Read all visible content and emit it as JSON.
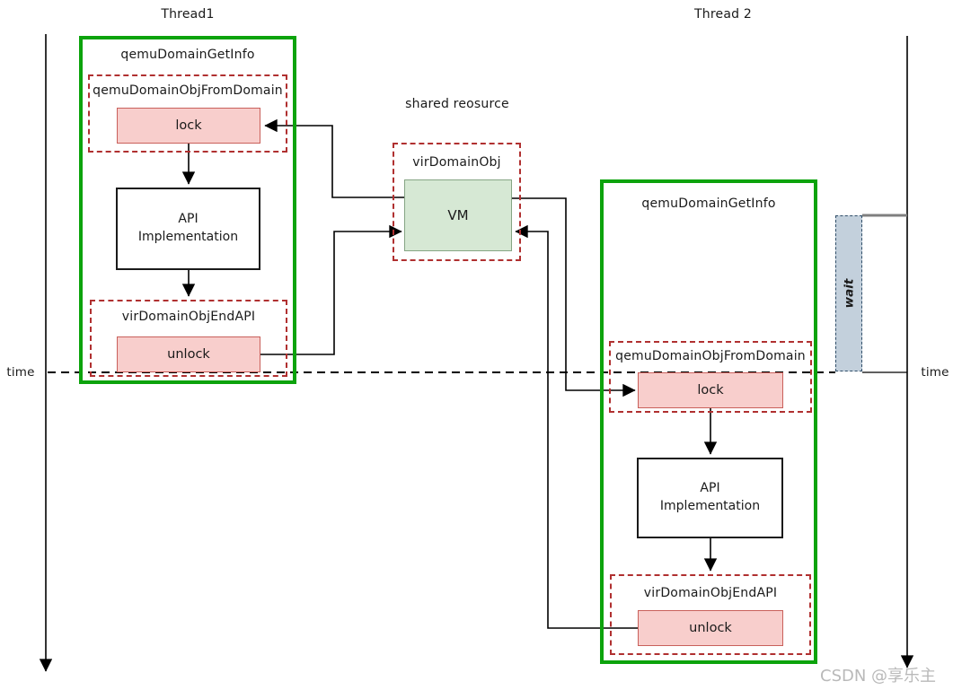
{
  "watermark": "CSDN @享乐主",
  "timeline": {
    "left_label": "time",
    "right_label": "time"
  },
  "shared_resource": {
    "caption": "shared reosurce",
    "object_name": "virDomainObj",
    "vm_label": "VM"
  },
  "wait_label": "wait",
  "threads": [
    {
      "title": "Thread1",
      "function_name": "qemuDomainGetInfo",
      "obtain_fn": "qemuDomainObjFromDomain",
      "lock_label": "lock",
      "api_line1": "API",
      "api_line2": "Implementation",
      "release_fn": "virDomainObjEndAPI",
      "unlock_label": "unlock"
    },
    {
      "title": "Thread 2",
      "function_name": "qemuDomainGetInfo",
      "obtain_fn": "qemuDomainObjFromDomain",
      "lock_label": "lock",
      "api_line1": "API",
      "api_line2": "Implementation",
      "release_fn": "virDomainObjEndAPI",
      "unlock_label": "unlock"
    }
  ],
  "colors": {
    "thread_frame_green": "#0CA30C",
    "dashed_red": "#B03030",
    "lock_fill": "#F8CECC",
    "lock_border": "#C9605B",
    "vm_fill": "#D6E8D4",
    "vm_border": "#86A584",
    "wait_fill": "#C3D0DC",
    "wait_border": "#2F4D68",
    "connector_black": "#000000",
    "sync_line_gray": "#7F7F7F",
    "watermark_gray": "#B9B9B9"
  }
}
